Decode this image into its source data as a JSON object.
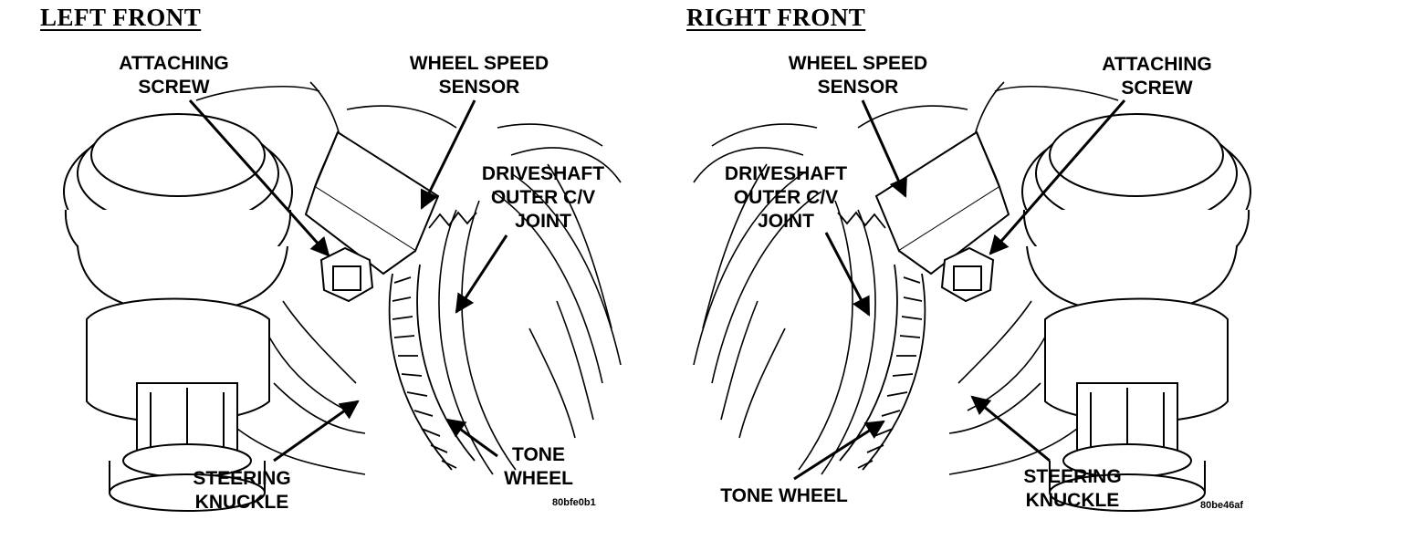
{
  "left_panel": {
    "title": "LEFT FRONT",
    "labels": {
      "attaching_screw": [
        "ATTACHING",
        "SCREW"
      ],
      "wheel_speed_sensor": [
        "WHEEL SPEED",
        "SENSOR"
      ],
      "driveshaft_joint": [
        "DRIVESHAFT",
        "OUTER C/V",
        "JOINT"
      ],
      "tone_wheel": [
        "TONE",
        "WHEEL"
      ],
      "steering_knuckle": [
        "STEERING",
        "KNUCKLE"
      ]
    },
    "figure_code": "80bfe0b1"
  },
  "right_panel": {
    "title": "RIGHT FRONT",
    "labels": {
      "wheel_speed_sensor": [
        "WHEEL SPEED",
        "SENSOR"
      ],
      "attaching_screw": [
        "ATTACHING",
        "SCREW"
      ],
      "driveshaft_joint": [
        "DRIVESHAFT",
        "OUTER C/V",
        "JOINT"
      ],
      "tone_wheel": [
        "TONE WHEEL"
      ],
      "steering_knuckle": [
        "STEERING",
        "KNUCKLE"
      ]
    },
    "figure_code": "80be46af"
  },
  "colors": {
    "ink": "#000000",
    "paper": "#ffffff"
  }
}
